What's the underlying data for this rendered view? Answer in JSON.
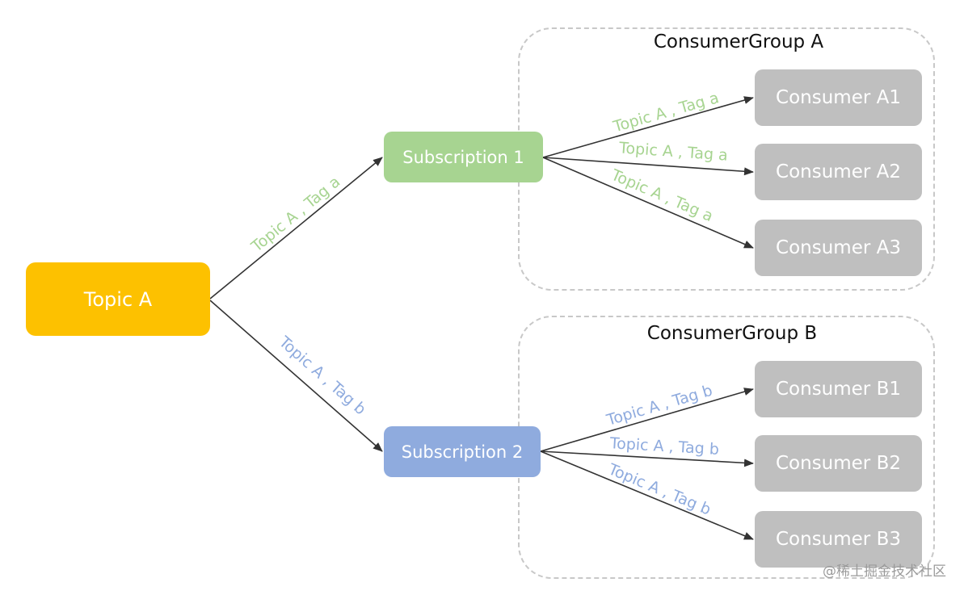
{
  "colors": {
    "topic": "#fdc100",
    "subscription_1": "#a7d491",
    "subscription_2": "#8fabde",
    "consumer": "#bfbfbf",
    "label_green": "#a7d491",
    "label_blue": "#8fabde",
    "arrow": "#333333",
    "group_border": "#c8c8c8"
  },
  "topic": {
    "label": "Topic A"
  },
  "subscriptions": [
    {
      "label": "Subscription 1"
    },
    {
      "label": "Subscription 2"
    }
  ],
  "groups": [
    {
      "title": "ConsumerGroup A",
      "consumers": [
        "Consumer A1",
        "Consumer A2",
        "Consumer A3"
      ]
    },
    {
      "title": "ConsumerGroup B",
      "consumers": [
        "Consumer B1",
        "Consumer B2",
        "Consumer B3"
      ]
    }
  ],
  "edges": {
    "topic_to_sub1": "Topic A , Tag a",
    "topic_to_sub2": "Topic A , Tag b",
    "sub1_to_consumers": [
      "Topic A , Tag a",
      "Topic A , Tag a",
      "Topic A , Tag a"
    ],
    "sub2_to_consumers": [
      "Topic A , Tag b",
      "Topic A , Tag b",
      "Topic A , Tag b"
    ]
  },
  "watermark": "@稀土掘金技术社区"
}
